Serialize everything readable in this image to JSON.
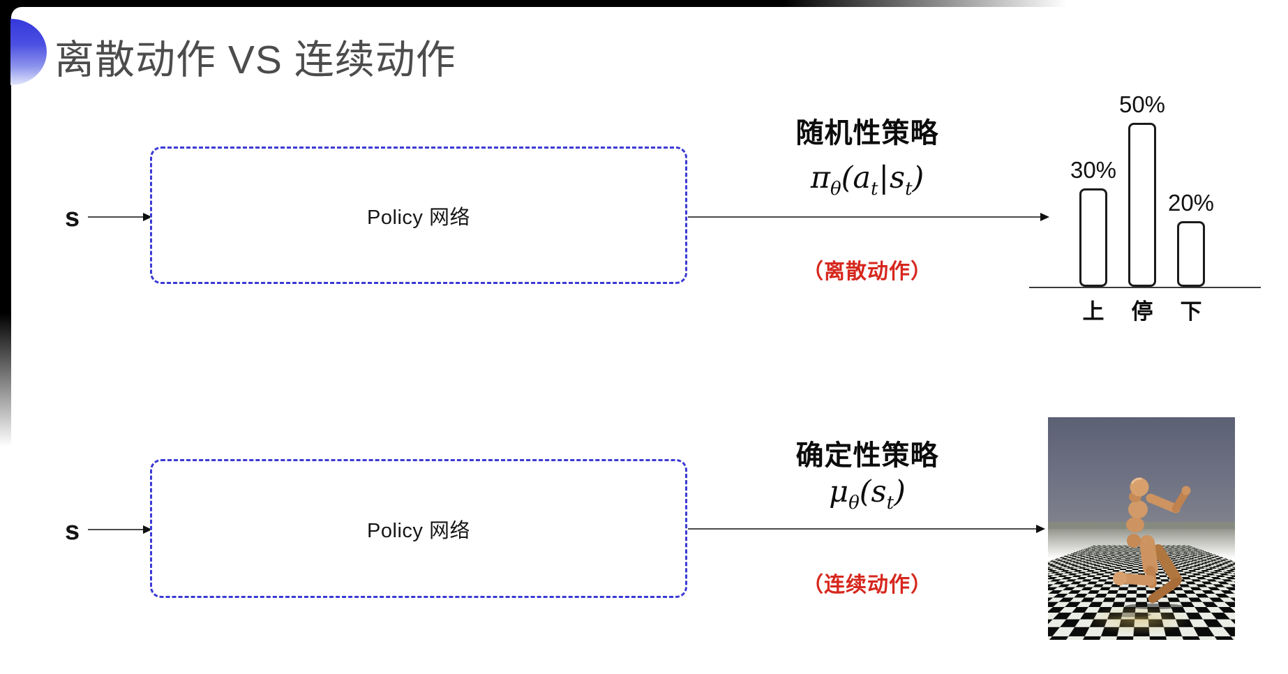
{
  "title": {
    "text": "离散动作 VS 连续动作"
  },
  "row_discrete": {
    "input_label": "s",
    "box_label": "Policy 网络",
    "policy_title": "随机性策略",
    "formula": {
      "sym": "π",
      "sym_sub": "θ",
      "open": "(",
      "arg1": "a",
      "arg1_sub": "t",
      "bar": "|",
      "arg2": "s",
      "arg2_sub": "t",
      "close": ")"
    },
    "note": "（离散动作）",
    "chart": {
      "bars": [
        {
          "label": "上",
          "pct": "30%"
        },
        {
          "label": "停",
          "pct": "50%"
        },
        {
          "label": "下",
          "pct": "20%"
        }
      ]
    }
  },
  "row_continuous": {
    "input_label": "s",
    "box_label": "Policy 网络",
    "policy_title": "确定性策略",
    "formula": {
      "sym": "μ",
      "sym_sub": "θ",
      "open": "(",
      "arg1": "s",
      "arg1_sub": "t",
      "close": ")"
    },
    "note": "（连续动作）"
  },
  "chart_data": {
    "type": "bar",
    "categories": [
      "上",
      "停",
      "下"
    ],
    "values": [
      30,
      50,
      20
    ],
    "unit": "%",
    "title": "",
    "xlabel": "",
    "ylabel": "",
    "ylim": [
      0,
      60
    ],
    "grid": false,
    "bar_style": "outlined-rounded"
  },
  "colors": {
    "box_border_blue": "#3a3ad4",
    "accent_red": "#d6271e",
    "title_gray": "#4c4c4c",
    "bullet_blue": "#4347e0",
    "robot_sky": "#6e7283",
    "robot_body_tan": "#cd9361"
  }
}
